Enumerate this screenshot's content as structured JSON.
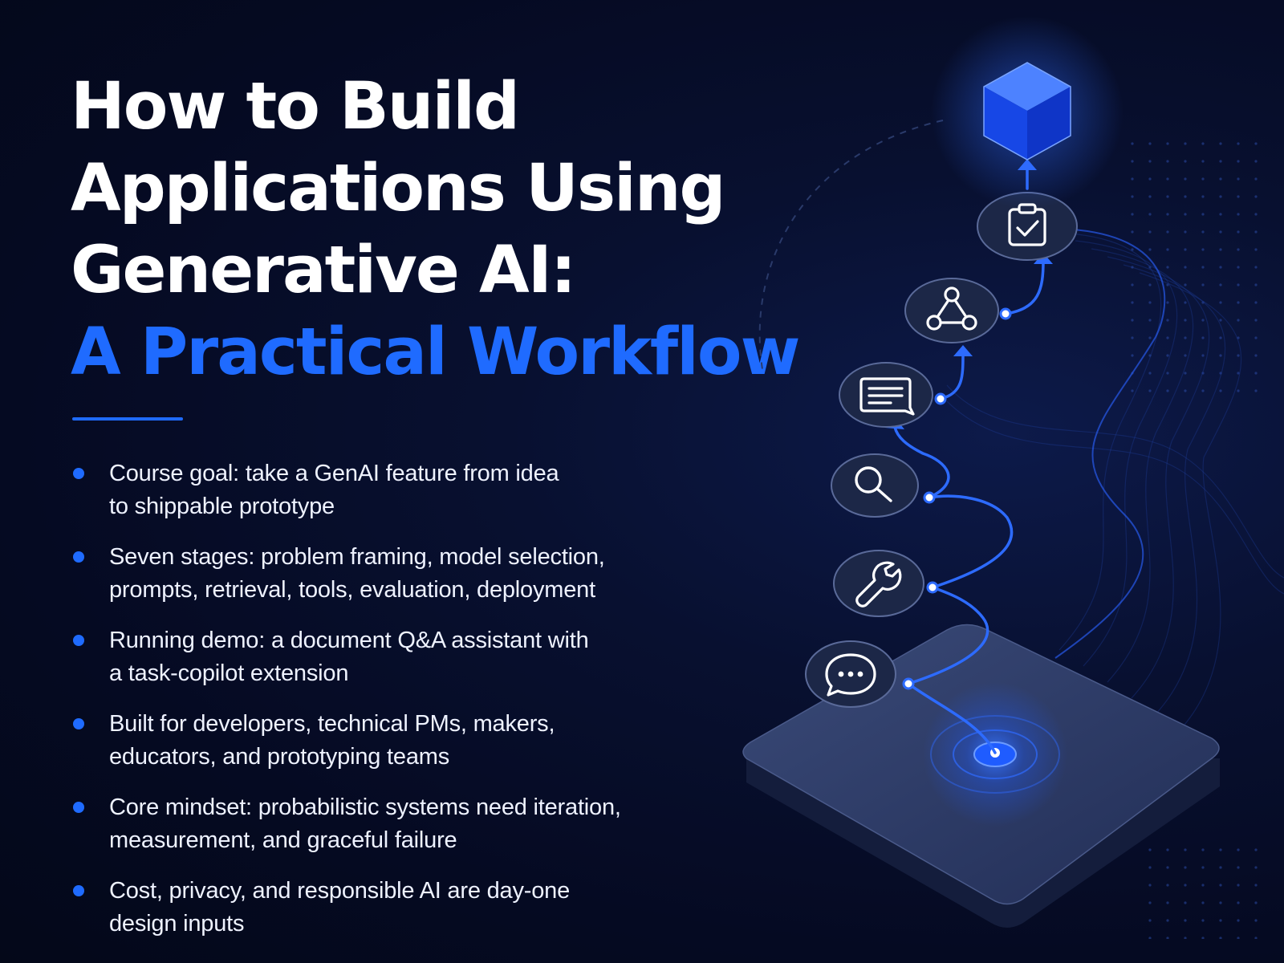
{
  "title": {
    "lines": [
      "How to Build",
      "Applications Using",
      "Generative AI:"
    ],
    "accent_line": "A Practical Workflow"
  },
  "bullets": [
    [
      "Course goal: take a GenAI feature from idea",
      "to shippable prototype"
    ],
    [
      "Seven stages: problem framing, model selection,",
      "prompts, retrieval, tools, evaluation, deployment"
    ],
    [
      "Running demo: a document Q&A assistant with",
      "a task-copilot extension"
    ],
    [
      "Built for developers, technical PMs, makers,",
      "educators, and prototyping teams"
    ],
    [
      "Core mindset: probabilistic systems need iteration,",
      "measurement, and graceful failure"
    ],
    [
      "Cost, privacy, and responsible AI are day-one",
      "design inputs"
    ]
  ],
  "workflow_icons": [
    "chat-icon",
    "wrench-icon",
    "search-icon",
    "document-icon",
    "network-icon",
    "clipboard-check-icon",
    "cube-icon"
  ],
  "colors": {
    "background": "#050a22",
    "accent": "#1f6bff",
    "text": "#ffffff",
    "node_fill": "#1c2747"
  }
}
